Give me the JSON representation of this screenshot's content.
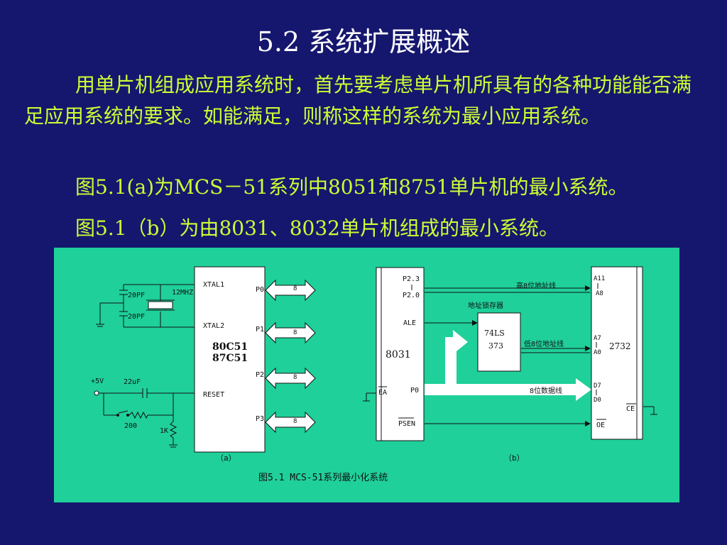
{
  "slide": {
    "title": "5.2 系统扩展概述",
    "paragraphs": [
      "用单片机组成应用系统时，首先要考虑单片机所具有的各种功能能否满足应用系统的要求。如能满足，则称这样的系统为最小应用系统。",
      "图5.1(a)为MCS－51系列中8051和8751单片机的最小系统。",
      "图5.1（b）为由8031、8032单片机组成的最小系统。"
    ]
  },
  "colors": {
    "background": "#15176e",
    "text": "#ccff33",
    "title": "#ffffff",
    "panel": "#1fd09a"
  },
  "diagram": {
    "caption": "图5.1  MCS-51系列最小化系统",
    "a": {
      "label": "（a）",
      "chip": [
        "80C51",
        "87C51"
      ],
      "pins": {
        "xtal1": "XTAL1",
        "xtal2": "XTAL2",
        "reset": "RESET",
        "p0": "P0",
        "p1": "P1",
        "p2": "P2",
        "p3": "P3"
      },
      "bus_width": "8",
      "cap1": "20PF",
      "cap2": "20PF",
      "crystal": "12MHZ",
      "vcc": "+5V",
      "cap_reset": "22uF",
      "res1": "200",
      "res2": "1K"
    },
    "b": {
      "label": "（b）",
      "cpu": "8031",
      "cpu_pins": {
        "p2_hi": "P2.3",
        "p2_lo": "P2.0",
        "ale": "ALE",
        "ea": "EA",
        "p0": "P0",
        "psen": "PSEN"
      },
      "latch": [
        "74LS",
        "373"
      ],
      "latch_title": "地址锁存器",
      "rom": "2732",
      "rom_pins": {
        "a11": "A11",
        "a8": "A8",
        "a7": "A7",
        "a0": "A0",
        "d7": "D7",
        "d0": "D0",
        "ce": "CE",
        "oe": "OE"
      },
      "line_high": "高8位地址线",
      "line_low": "低8位地址线",
      "line_data": "8位数据线"
    }
  }
}
